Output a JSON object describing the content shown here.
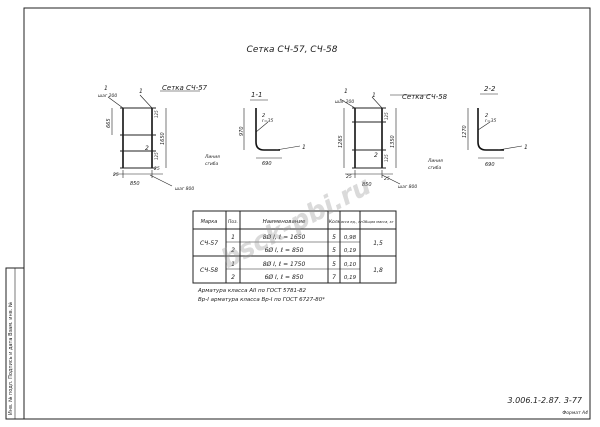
{
  "title": "Сетка СЧ-57, СЧ-58",
  "left_drawing": {
    "label": "Сетка СЧ-57",
    "section": "1-1",
    "callout_1": "1",
    "callout_2": "2",
    "callout_top": "1",
    "step_top": "шаг 200",
    "step_bottom": "шаг 800",
    "dim_height_left": "665",
    "dim_height_mid": "1650",
    "dim_small_top": "125",
    "dim_small_bot": "125",
    "dim_25_left": "25",
    "dim_850": "850",
    "dim_25_right": "25",
    "sec_height": "970",
    "sec_width": "690",
    "sec_angle": "r=35",
    "sec_callout_2": "2",
    "sec_callout_1": "1",
    "bend_line_1": "Линия",
    "bend_line_2": "сгиба"
  },
  "right_drawing": {
    "label": "Сетка СЧ-58",
    "section": "2-2",
    "callout_1": "1",
    "callout_2": "2",
    "callout_top": "1",
    "step_top": "шаг 200",
    "step_bottom": "шаг 800",
    "dim_height_left": "1265",
    "dim_height_mid": "1350",
    "dim_small_top": "125",
    "dim_small_bot": "125",
    "dim_25_left": "25",
    "dim_850": "850",
    "dim_25_right": "25",
    "sec_height": "1270",
    "sec_width": "690",
    "sec_angle": "r=35",
    "sec_callout_2": "2",
    "sec_callout_1": "1",
    "bend_line_1": "Линия",
    "bend_line_2": "сгиба"
  },
  "table": {
    "headers": [
      "Марка",
      "Поз.",
      "Наименование",
      "Кол.",
      "Масса ед., кг",
      "Общая масса, кг"
    ],
    "rows": [
      {
        "mark": "СЧ-57",
        "pos": "1",
        "name": "8Ø I,  ℓ = 1650",
        "qty": "5",
        "mass": "0,98",
        "total": "1,5"
      },
      {
        "mark": "",
        "pos": "2",
        "name": "6Ø I,  ℓ = 850",
        "qty": "5",
        "mass": "0,19",
        "total": ""
      },
      {
        "mark": "СЧ-58",
        "pos": "1",
        "name": "8Ø I,  ℓ = 1750",
        "qty": "5",
        "mass": "0,10",
        "total": "1,8"
      },
      {
        "mark": "",
        "pos": "2",
        "name": "6Ø I,  ℓ = 850",
        "qty": "7",
        "mass": "0,19",
        "total": ""
      }
    ]
  },
  "notes": [
    "Арматура класса   АII по ГОСТ 5781-82",
    "Вр-I   арматура класса   Вр-I по ГОСТ 6727-80*"
  ],
  "side_stamp": "Инв. № подл.   Подпись и дата   Взам. инв. №",
  "watermark": "bsck-pbi.ru",
  "doc_code": "3.006.1-2.87. 3-77",
  "format": "Формат А4",
  "colors": {
    "ink": "#222222",
    "paper": "#ffffff",
    "watermark": "#969696"
  }
}
